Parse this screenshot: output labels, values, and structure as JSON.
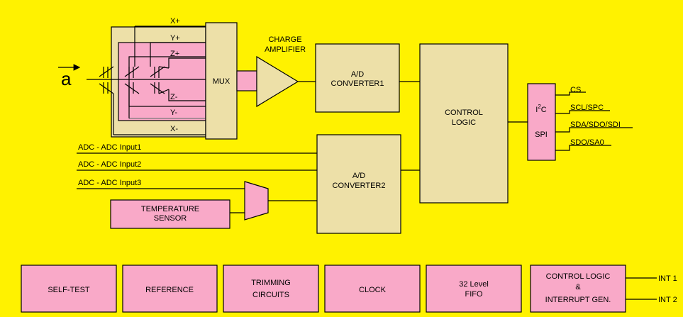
{
  "accel_symbol": "a",
  "sensor_axes": [
    "X+",
    "Y+",
    "Z+",
    "Z-",
    "Y-",
    "X-"
  ],
  "blocks": {
    "mux": "MUX",
    "charge_amp": [
      "CHARGE",
      "AMPLIFIER"
    ],
    "adc1": [
      "A/D",
      "CONVERTER1"
    ],
    "adc2": [
      "A/D",
      "CONVERTER2"
    ],
    "control_logic": [
      "CONTROL",
      "LOGIC"
    ],
    "temp_sensor": [
      "TEMPERATURE",
      "SENSOR"
    ],
    "interface_i2c": "I",
    "interface_i2c_sup": "2",
    "interface_i2c_c": "C",
    "interface_spi": "SPI"
  },
  "interface_pins": [
    "CS",
    "SCL/SPC",
    "SDA/SDO/SDI",
    "SDO/SA0"
  ],
  "adc_inputs": [
    "ADC - ADC Input1",
    "ADC - ADC Input2",
    "ADC - ADC Input3"
  ],
  "bottom_blocks": [
    {
      "lines": [
        "SELF-TEST"
      ]
    },
    {
      "lines": [
        "REFERENCE"
      ]
    },
    {
      "lines": [
        "TRIMMING",
        "CIRCUITS"
      ]
    },
    {
      "lines": [
        "CLOCK"
      ]
    },
    {
      "lines": [
        "32 Level",
        "FIFO"
      ]
    },
    {
      "lines": [
        "CONTROL LOGIC",
        "&",
        "INTERRUPT GEN."
      ]
    }
  ],
  "interrupt_pins": [
    "INT 1",
    "INT 2"
  ]
}
